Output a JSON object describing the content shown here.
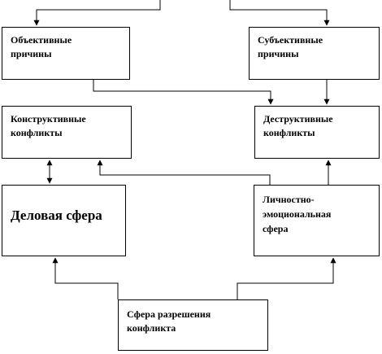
{
  "boxes": {
    "objective": {
      "label": "Объективные\nпричины"
    },
    "subjective": {
      "label": "Субъективные\nпричины"
    },
    "constructive": {
      "label": "Конструктивные\nконфликты"
    },
    "destructive": {
      "label": "Деструктивные\nконфликты"
    },
    "business": {
      "label": "Деловая сфера"
    },
    "personal": {
      "label": "Личностно-\nэмоциональная\nсфера"
    },
    "resolution": {
      "label": "Сфера разрешения\nконфликта"
    }
  },
  "colors": {
    "line": "#000000",
    "background": "#ffffff",
    "text": "#000000"
  }
}
